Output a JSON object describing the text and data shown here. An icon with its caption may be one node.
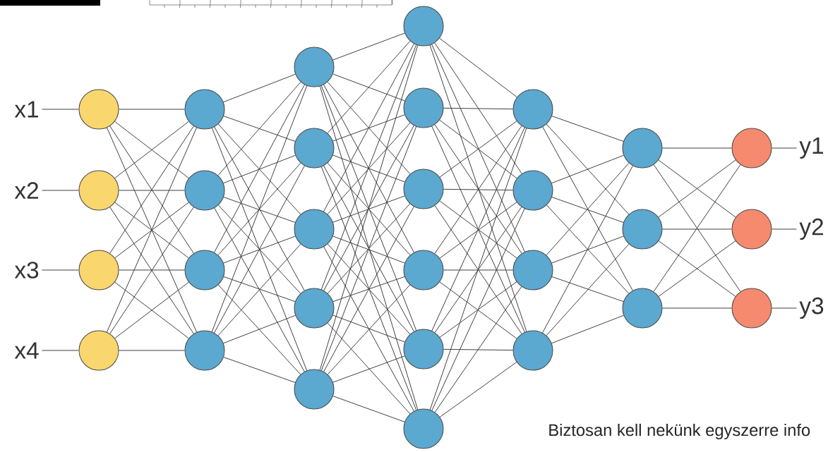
{
  "diagram": {
    "nodes": [
      {
        "text": [
          "x1"
        ]
      },
      {
        "text": [
          "x2"
        ]
      },
      {
        "text": [
          "x3"
        ]
      },
      {
        "text": [
          "x4"
        ]
      },
      {
        "text": [],
        "shape": "circle"
      },
      {
        "text": [],
        "shape": "circle"
      },
      {
        "text": [],
        "shape": "circle"
      },
      {
        "text": [],
        "shape": "circle"
      },
      {
        "text": [],
        "shape": "circle"
      },
      {
        "text": [],
        "shape": "circle"
      },
      {
        "text": [],
        "shape": "circle"
      },
      {
        "text": [],
        "shape": "circle"
      },
      {
        "text": [],
        "shape": "circle"
      },
      {
        "text": [],
        "shape": "circle"
      },
      {
        "text": [],
        "shape": "circle"
      },
      {
        "text": [],
        "shape": "circle"
      },
      {
        "text": [],
        "shape": "circle"
      },
      {
        "text": [],
        "shape": "circle"
      },
      {
        "text": [],
        "shape": "circle"
      },
      {
        "text": [],
        "shape": "circle"
      },
      {
        "text": [],
        "shape": "circle"
      },
      {
        "text": [],
        "shape": "circle"
      },
      {
        "text": [],
        "shape": "circle"
      },
      {
        "text": [],
        "shape": "circle"
      },
      {
        "text": [],
        "shape": "circle"
      },
      {
        "text": [],
        "shape": "circle"
      },
      {
        "text": [],
        "shape": "circle"
      },
      {
        "text": [],
        "shape": "circle"
      },
      {
        "text": [],
        "shape": "circle"
      },
      {
        "text": [],
        "shape": "circle"
      },
      {
        "text": [],
        "shape": "circle"
      },
      {
        "text": [],
        "shape": "circle"
      },
      {
        "text": [],
        "shape": "circle"
      },
      {
        "text": [
          "y1"
        ]
      },
      {
        "text": [
          "y2"
        ]
      },
      {
        "text": [
          "y3"
        ]
      }
    ],
    "edges": [
      {
        "from": 0,
        "to": 4,
        "arrow": "none"
      },
      {
        "from": 1,
        "to": 5,
        "arrow": "none"
      },
      {
        "from": 2,
        "to": 6,
        "arrow": "none"
      },
      {
        "from": 3,
        "to": 7,
        "arrow": "none"
      },
      {
        "from": 4,
        "to": 8,
        "arrow": "none"
      },
      {
        "from": 4,
        "to": 9,
        "arrow": "none"
      },
      {
        "from": 4,
        "to": 10,
        "arrow": "none"
      },
      {
        "from": 4,
        "to": 11,
        "arrow": "none"
      },
      {
        "from": 5,
        "to": 8,
        "arrow": "none"
      },
      {
        "from": 5,
        "to": 9,
        "arrow": "none"
      },
      {
        "from": 5,
        "to": 10,
        "arrow": "none"
      },
      {
        "from": 5,
        "to": 11,
        "arrow": "none"
      },
      {
        "from": 6,
        "to": 8,
        "arrow": "none"
      },
      {
        "from": 6,
        "to": 9,
        "arrow": "none"
      },
      {
        "from": 6,
        "to": 10,
        "arrow": "none"
      },
      {
        "from": 6,
        "to": 11,
        "arrow": "none"
      },
      {
        "from": 7,
        "to": 8,
        "arrow": "none"
      },
      {
        "from": 7,
        "to": 9,
        "arrow": "none"
      },
      {
        "from": 7,
        "to": 10,
        "arrow": "none"
      },
      {
        "from": 7,
        "to": 11,
        "arrow": "none"
      },
      {
        "from": 8,
        "to": 12,
        "arrow": "none"
      },
      {
        "from": 8,
        "to": 13,
        "arrow": "none"
      },
      {
        "from": 8,
        "to": 14,
        "arrow": "none"
      },
      {
        "from": 8,
        "to": 15,
        "arrow": "none"
      },
      {
        "from": 8,
        "to": 16,
        "arrow": "none"
      },
      {
        "from": 9,
        "to": 12,
        "arrow": "none"
      },
      {
        "from": 9,
        "to": 13,
        "arrow": "none"
      },
      {
        "from": 9,
        "to": 14,
        "arrow": "none"
      },
      {
        "from": 9,
        "to": 15,
        "arrow": "none"
      },
      {
        "from": 9,
        "to": 16,
        "arrow": "none"
      },
      {
        "from": 10,
        "to": 12,
        "arrow": "none"
      },
      {
        "from": 10,
        "to": 13,
        "arrow": "none"
      },
      {
        "from": 10,
        "to": 14,
        "arrow": "none"
      },
      {
        "from": 10,
        "to": 15,
        "arrow": "none"
      },
      {
        "from": 10,
        "to": 16,
        "arrow": "none"
      },
      {
        "from": 11,
        "to": 12,
        "arrow": "none"
      },
      {
        "from": 11,
        "to": 13,
        "arrow": "none"
      },
      {
        "from": 11,
        "to": 14,
        "arrow": "none"
      },
      {
        "from": 11,
        "to": 15,
        "arrow": "none"
      },
      {
        "from": 11,
        "to": 16,
        "arrow": "none"
      },
      {
        "from": 12,
        "to": 17,
        "arrow": "none"
      },
      {
        "from": 12,
        "to": 18,
        "arrow": "none"
      },
      {
        "from": 12,
        "to": 19,
        "arrow": "none"
      },
      {
        "from": 12,
        "to": 20,
        "arrow": "none"
      },
      {
        "from": 12,
        "to": 21,
        "arrow": "none"
      },
      {
        "from": 12,
        "to": 22,
        "arrow": "none"
      },
      {
        "from": 13,
        "to": 17,
        "arrow": "none"
      },
      {
        "from": 13,
        "to": 18,
        "arrow": "none"
      },
      {
        "from": 13,
        "to": 19,
        "arrow": "none"
      },
      {
        "from": 13,
        "to": 20,
        "arrow": "none"
      },
      {
        "from": 13,
        "to": 21,
        "arrow": "none"
      },
      {
        "from": 13,
        "to": 22,
        "arrow": "none"
      },
      {
        "from": 14,
        "to": 17,
        "arrow": "none"
      },
      {
        "from": 14,
        "to": 18,
        "arrow": "none"
      },
      {
        "from": 14,
        "to": 19,
        "arrow": "none"
      },
      {
        "from": 14,
        "to": 20,
        "arrow": "none"
      },
      {
        "from": 14,
        "to": 21,
        "arrow": "none"
      },
      {
        "from": 14,
        "to": 22,
        "arrow": "none"
      },
      {
        "from": 15,
        "to": 17,
        "arrow": "none"
      },
      {
        "from": 15,
        "to": 18,
        "arrow": "none"
      },
      {
        "from": 15,
        "to": 19,
        "arrow": "none"
      },
      {
        "from": 15,
        "to": 20,
        "arrow": "none"
      },
      {
        "from": 15,
        "to": 21,
        "arrow": "none"
      },
      {
        "from": 15,
        "to": 22,
        "arrow": "none"
      },
      {
        "from": 16,
        "to": 17,
        "arrow": "none"
      },
      {
        "from": 16,
        "to": 18,
        "arrow": "none"
      },
      {
        "from": 16,
        "to": 19,
        "arrow": "none"
      },
      {
        "from": 16,
        "to": 20,
        "arrow": "none"
      },
      {
        "from": 16,
        "to": 21,
        "arrow": "none"
      },
      {
        "from": 16,
        "to": 22,
        "arrow": "none"
      },
      {
        "from": 17,
        "to": 23,
        "arrow": "none"
      },
      {
        "from": 17,
        "to": 24,
        "arrow": "none"
      },
      {
        "from": 17,
        "to": 25,
        "arrow": "none"
      },
      {
        "from": 17,
        "to": 26,
        "arrow": "none"
      },
      {
        "from": 18,
        "to": 23,
        "arrow": "none"
      },
      {
        "from": 18,
        "to": 24,
        "arrow": "none"
      },
      {
        "from": 18,
        "to": 25,
        "arrow": "none"
      },
      {
        "from": 18,
        "to": 26,
        "arrow": "none"
      },
      {
        "from": 19,
        "to": 23,
        "arrow": "none"
      },
      {
        "from": 19,
        "to": 24,
        "arrow": "none"
      },
      {
        "from": 19,
        "to": 25,
        "arrow": "none"
      },
      {
        "from": 19,
        "to": 26,
        "arrow": "none"
      },
      {
        "from": 20,
        "to": 23,
        "arrow": "none"
      },
      {
        "from": 20,
        "to": 24,
        "arrow": "none"
      },
      {
        "from": 20,
        "to": 25,
        "arrow": "none"
      },
      {
        "from": 20,
        "to": 26,
        "arrow": "none"
      },
      {
        "from": 21,
        "to": 23,
        "arrow": "none"
      },
      {
        "from": 21,
        "to": 24,
        "arrow": "none"
      },
      {
        "from": 21,
        "to": 25,
        "arrow": "none"
      },
      {
        "from": 21,
        "to": 26,
        "arrow": "none"
      },
      {
        "from": 22,
        "to": 23,
        "arrow": "none"
      },
      {
        "from": 22,
        "to": 24,
        "arrow": "none"
      },
      {
        "from": 22,
        "to": 25,
        "arrow": "none"
      },
      {
        "from": 22,
        "to": 26,
        "arrow": "none"
      },
      {
        "from": 23,
        "to": 27,
        "arrow": "none"
      },
      {
        "from": 23,
        "to": 28,
        "arrow": "none"
      },
      {
        "from": 23,
        "to": 29,
        "arrow": "none"
      },
      {
        "from": 24,
        "to": 27,
        "arrow": "none"
      },
      {
        "from": 24,
        "to": 28,
        "arrow": "none"
      },
      {
        "from": 24,
        "to": 29,
        "arrow": "none"
      },
      {
        "from": 25,
        "to": 27,
        "arrow": "none"
      },
      {
        "from": 25,
        "to": 28,
        "arrow": "none"
      },
      {
        "from": 25,
        "to": 29,
        "arrow": "none"
      },
      {
        "from": 26,
        "to": 27,
        "arrow": "none"
      },
      {
        "from": 26,
        "to": 28,
        "arrow": "none"
      },
      {
        "from": 26,
        "to": 29,
        "arrow": "none"
      },
      {
        "from": 27,
        "to": 30,
        "arrow": "none"
      },
      {
        "from": 27,
        "to": 31,
        "arrow": "none"
      },
      {
        "from": 27,
        "to": 32,
        "arrow": "none"
      },
      {
        "from": 28,
        "to": 30,
        "arrow": "none"
      },
      {
        "from": 28,
        "to": 31,
        "arrow": "none"
      },
      {
        "from": 28,
        "to": 32,
        "arrow": "none"
      },
      {
        "from": 29,
        "to": 30,
        "arrow": "none"
      },
      {
        "from": 29,
        "to": 31,
        "arrow": "none"
      },
      {
        "from": 29,
        "to": 32,
        "arrow": "none"
      },
      {
        "from": 30,
        "to": 33,
        "arrow": "none"
      },
      {
        "from": 31,
        "to": 34,
        "arrow": "none"
      },
      {
        "from": 32,
        "to": 35,
        "arrow": "none"
      }
    ],
    "labels": [
      "Biztosan kell nekünk egyszerre info"
    ]
  }
}
